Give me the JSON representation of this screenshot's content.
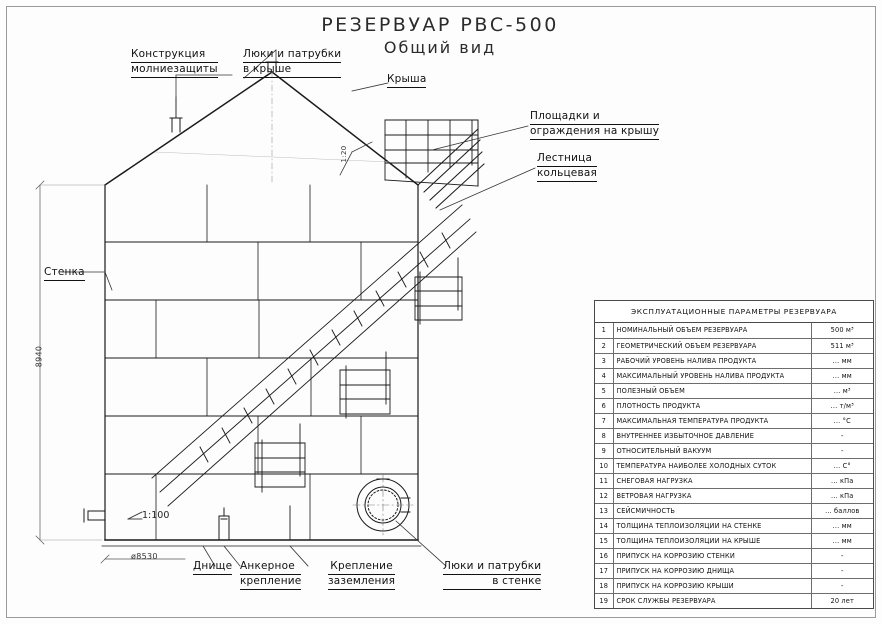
{
  "drawing": {
    "title": "РЕЗЕРВУАР РВС-500",
    "subtitle": "Общий вид",
    "scale_note": "1:100"
  },
  "callouts": {
    "lightning": {
      "line1": "Конструкция",
      "line2": "молниезащиты"
    },
    "roof_hatches": {
      "line1": "Люки и патрубки",
      "line2": "в крыше"
    },
    "roof": {
      "line1": "Крыша"
    },
    "platforms": {
      "line1": "Площадки и",
      "line2": "ограждения на крышу"
    },
    "stair": {
      "line1": "Лестница",
      "line2": "кольцевая"
    },
    "wall": {
      "line1": "Стенка"
    },
    "bottom": {
      "line1": "Днище"
    },
    "anchor": {
      "line1": "Анкерное",
      "line2": "крепление"
    },
    "grounding": {
      "line1": "Крепление",
      "line2": "заземления"
    },
    "wall_hatches": {
      "line1": "Люки и патрубки",
      "line2": "в стенке"
    }
  },
  "dimensions": {
    "height": "8940",
    "diameter": "ø8530",
    "roof_slope": "1:20"
  },
  "table": {
    "header": "ЭКСПЛУАТАЦИОННЫЕ  ПАРАМЕТРЫ  РЕЗЕРВУАРА",
    "rows": [
      {
        "num": "1",
        "name": "НОМИНАЛЬНЫЙ ОБЪЕМ РЕЗЕРВУАРА",
        "value": "500 м³"
      },
      {
        "num": "2",
        "name": "ГЕОМЕТРИЧЕСКИЙ ОБЪЕМ РЕЗЕРВУАРА",
        "value": "511 м³"
      },
      {
        "num": "3",
        "name": "РАБОЧИЙ  УРОВЕНЬ НАЛИВА ПРОДУКТА",
        "value": "... мм"
      },
      {
        "num": "4",
        "name": "МАКСИМАЛЬНЫЙ  УРОВЕНЬ НАЛИВА ПРОДУКТА",
        "value": "... мм"
      },
      {
        "num": "5",
        "name": "ПОЛЕЗНЫЙ ОБЪЕМ",
        "value": "... м³"
      },
      {
        "num": "6",
        "name": "ПЛОТНОСТЬ ПРОДУКТА",
        "value": "... т/м³"
      },
      {
        "num": "7",
        "name": "МАКСИМАЛЬНАЯ ТЕМПЕРАТУРА ПРОДУКТА",
        "value": "... °C"
      },
      {
        "num": "8",
        "name": "ВНУТРЕННЕЕ ИЗБЫТОЧНОЕ ДАВЛЕНИЕ",
        "value": "-"
      },
      {
        "num": "9",
        "name": "ОТНОСИТЕЛЬНЫЙ ВАКУУМ",
        "value": "-"
      },
      {
        "num": "10",
        "name": "ТЕМПЕРАТУРА НАИБОЛЕЕ ХОЛОДНЫХ СУТОК",
        "value": "... C°"
      },
      {
        "num": "11",
        "name": "СНЕГОВАЯ НАГРУЗКА",
        "value": "... кПа"
      },
      {
        "num": "12",
        "name": "ВЕТРОВАЯ НАГРУЗКА",
        "value": "... кПа"
      },
      {
        "num": "13",
        "name": "СЕЙСМИЧНОСТЬ",
        "value": "... баллов"
      },
      {
        "num": "14",
        "name": "ТОЛЩИНА ТЕПЛОИЗОЛЯЦИИ НА СТЕНКЕ",
        "value": "... мм"
      },
      {
        "num": "15",
        "name": "ТОЛЩИНА ТЕПЛОИЗОЛЯЦИИ НА КРЫШЕ",
        "value": "... мм"
      },
      {
        "num": "16",
        "name": "ПРИПУСК НА КОРРОЗИЮ СТЕНКИ",
        "value": "-"
      },
      {
        "num": "17",
        "name": "ПРИПУСК НА КОРРОЗИЮ ДНИЩА",
        "value": "-"
      },
      {
        "num": "18",
        "name": "ПРИПУСК НА КОРРОЗИЮ КРЫШИ",
        "value": "-"
      },
      {
        "num": "19",
        "name": "СРОК СЛУЖБЫ РЕЗЕРВУАРА",
        "value": "20 лет"
      }
    ]
  }
}
